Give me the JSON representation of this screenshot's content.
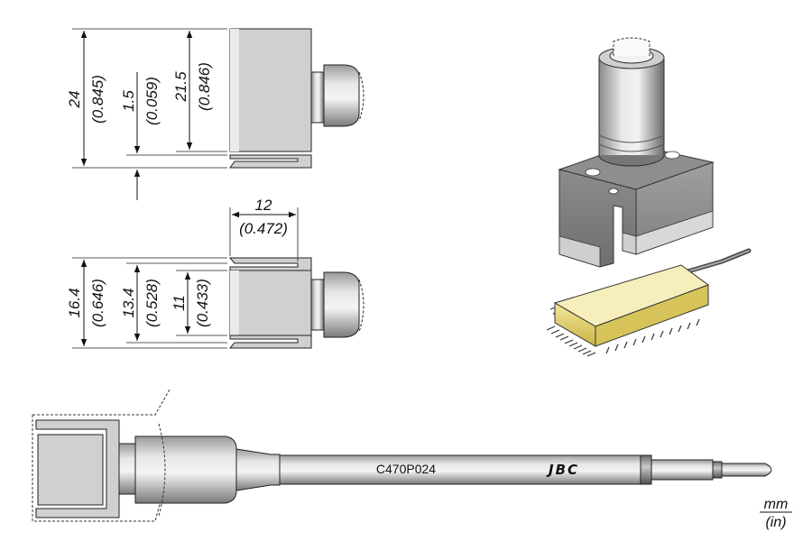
{
  "dimensions": {
    "height_overall": {
      "mm": "24",
      "inch": "(0.845)"
    },
    "gap": {
      "mm": "1.5",
      "inch": "(0.059)"
    },
    "height_inner": {
      "mm": "21.5",
      "inch": "(0.846)"
    },
    "width": {
      "mm": "12",
      "inch": "(0.472)"
    },
    "depth_overall": {
      "mm": "16.4",
      "inch": "(0.646)"
    },
    "depth_mid": {
      "mm": "13.4",
      "inch": "(0.528)"
    },
    "depth_inner": {
      "mm": "11",
      "inch": "(0.433)"
    }
  },
  "cartridge": {
    "code": "C470P024",
    "brand": "JBC"
  },
  "units": {
    "primary": "mm",
    "secondary": "(in)"
  }
}
